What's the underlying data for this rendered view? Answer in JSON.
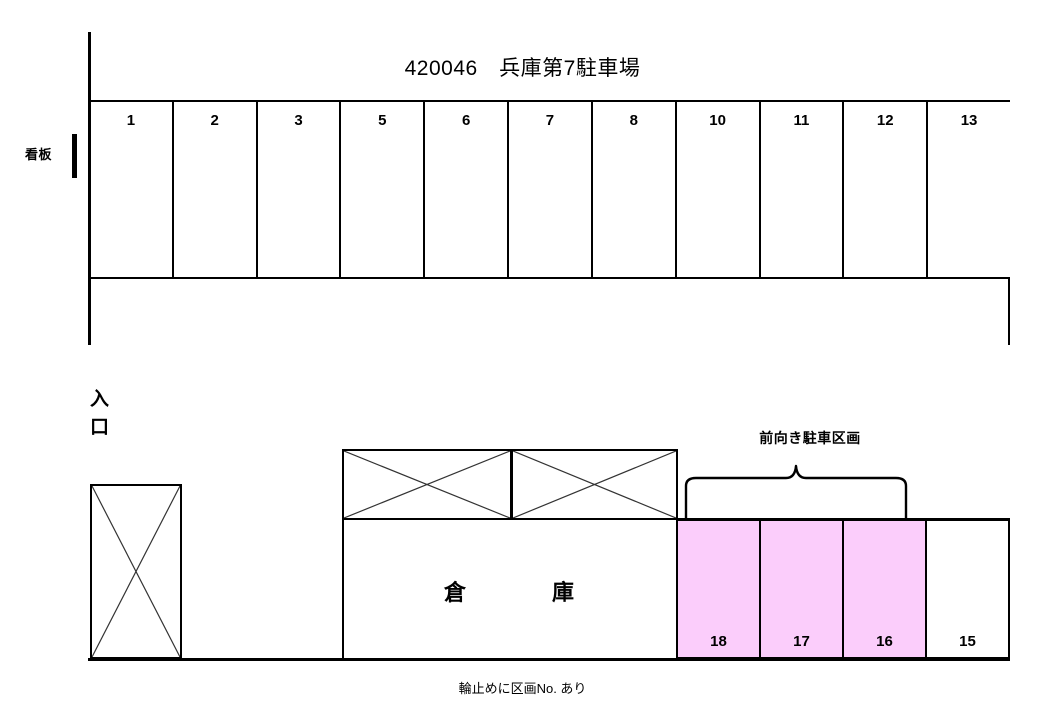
{
  "title": "420046　兵庫第7駐車場",
  "labels": {
    "signboard": "看板",
    "entrance": "入口",
    "entrance_line1": "入",
    "entrance_line2": "口",
    "warehouse_char1": "倉",
    "warehouse_char2": "庫",
    "front_parking": "前向き駐車区画",
    "footnote": "輪止めに区画No. あり"
  },
  "colors": {
    "highlight_pink": "#fbcdfb",
    "line": "#000000",
    "background": "#ffffff"
  },
  "top_row": {
    "stalls": [
      {
        "number": "1"
      },
      {
        "number": "2"
      },
      {
        "number": "3"
      },
      {
        "number": "5"
      },
      {
        "number": "6"
      },
      {
        "number": "7"
      },
      {
        "number": "8"
      },
      {
        "number": "10"
      },
      {
        "number": "11"
      },
      {
        "number": "12"
      },
      {
        "number": "13"
      }
    ]
  },
  "bottom_row": {
    "stalls": [
      {
        "number": "18",
        "highlighted": true
      },
      {
        "number": "17",
        "highlighted": true
      },
      {
        "number": "16",
        "highlighted": true
      },
      {
        "number": "15",
        "highlighted": false
      }
    ]
  }
}
